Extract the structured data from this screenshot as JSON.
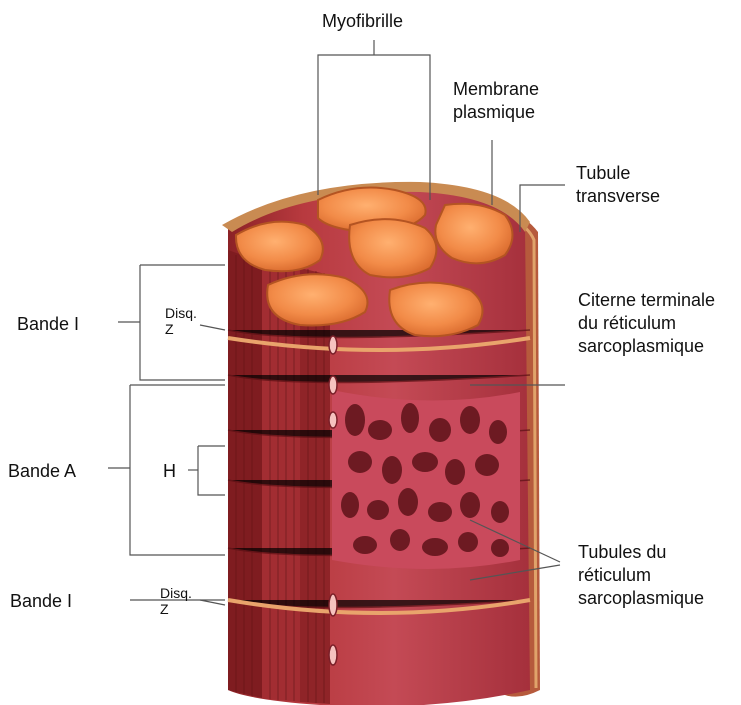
{
  "labels": {
    "myofibrille": "Myofibrille",
    "membrane": "Membrane\nplasmique",
    "tubule_transverse": "Tubule\ntransverse",
    "citerne": "Citerne terminale\ndu réticulum\nsarcoplasmique",
    "tubules_reticulum": "Tubules du\nréticulum\nsarcoplasmique",
    "bande_i_top": "Bande I",
    "bande_a": "Bande A",
    "bande_i_bottom": "Bande I",
    "disq_z_top": "Disq.\nZ",
    "disq_z_bottom": "Disq.\nZ",
    "h": "H"
  },
  "colors": {
    "fibre_dark": "#9c2a2f",
    "fibre_mid": "#c0434a",
    "fibre_light": "#d9686e",
    "myofibril_top": "#f08c4a",
    "myofibril_edge": "#d76a2f",
    "reticulum": "#7a1f28",
    "leader_line": "#555555"
  }
}
